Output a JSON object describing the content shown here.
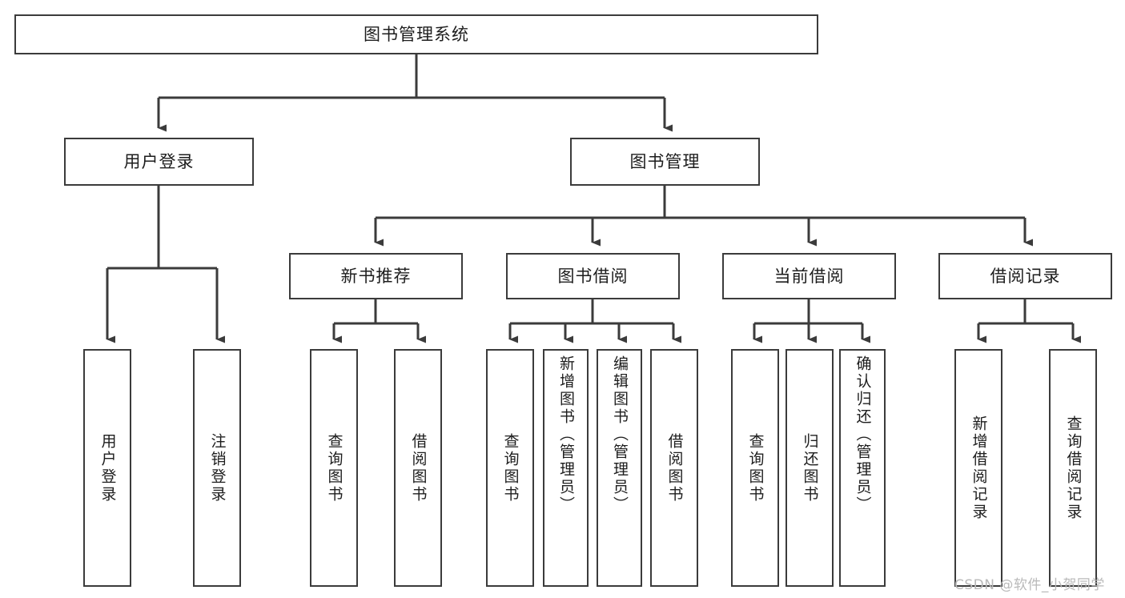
{
  "diagram": {
    "title_node": {
      "id": "root",
      "label": "图书管理系统"
    },
    "level2": [
      {
        "id": "user-login",
        "label": "用户登录"
      },
      {
        "id": "book-manage",
        "label": "图书管理"
      }
    ],
    "level3": [
      {
        "id": "new-book-recommend",
        "label": "新书推荐"
      },
      {
        "id": "book-borrow",
        "label": "图书借阅"
      },
      {
        "id": "current-borrow",
        "label": "当前借阅"
      },
      {
        "id": "borrow-record",
        "label": "借阅记录"
      }
    ],
    "leaves": {
      "user_login_children": [
        {
          "id": "leaf-user-login",
          "label": "用户登录"
        },
        {
          "id": "leaf-logout-login",
          "label": "注销登录"
        }
      ],
      "new_book_recommend_children": [
        {
          "id": "leaf-query-book-1",
          "label": "查询图书"
        },
        {
          "id": "leaf-borrow-book-1",
          "label": "借阅图书"
        }
      ],
      "book_borrow_children": [
        {
          "id": "leaf-query-book-2",
          "label": "查询图书"
        },
        {
          "id": "leaf-add-book-admin",
          "label": "新增图书（管理员）"
        },
        {
          "id": "leaf-edit-book-admin",
          "label": "编辑图书（管理员）"
        },
        {
          "id": "leaf-borrow-book-2",
          "label": "借阅图书"
        }
      ],
      "current_borrow_children": [
        {
          "id": "leaf-query-book-3",
          "label": "查询图书"
        },
        {
          "id": "leaf-return-book",
          "label": "归还图书"
        },
        {
          "id": "leaf-confirm-return-admin",
          "label": "确认归还（管理员）"
        }
      ],
      "borrow_record_children": [
        {
          "id": "leaf-add-borrow-record",
          "label": "新增借阅记录"
        },
        {
          "id": "leaf-query-borrow-record",
          "label": "查询借阅记录"
        }
      ]
    },
    "watermark": "CSDN @软件_小贺同学",
    "colors": {
      "stroke": "#3b3b3b",
      "text": "#1d1d1d",
      "background": "#ffffff",
      "watermark": "#b9b9b9"
    }
  }
}
